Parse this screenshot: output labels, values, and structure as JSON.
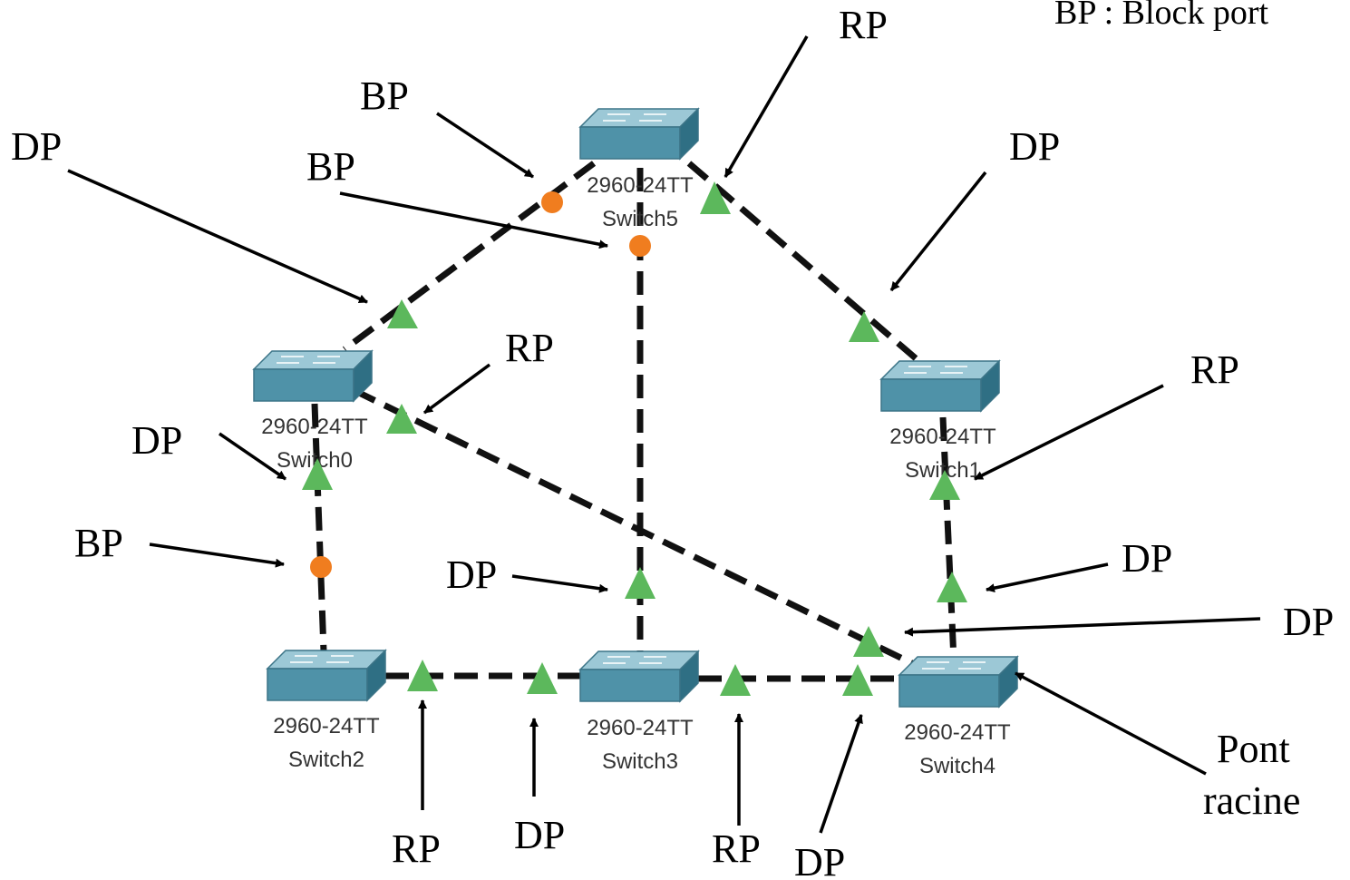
{
  "legend": "BP : Block port",
  "switches": [
    {
      "id": "sw5",
      "model": "2960-24TT",
      "name": "Switch5"
    },
    {
      "id": "sw0",
      "model": "2960-24TT",
      "name": "Switch0"
    },
    {
      "id": "sw1",
      "model": "2960-24TT",
      "name": "Switch1"
    },
    {
      "id": "sw2",
      "model": "2960-24TT",
      "name": "Switch2"
    },
    {
      "id": "sw3",
      "model": "2960-24TT",
      "name": "Switch3"
    },
    {
      "id": "sw4",
      "model": "2960-24TT",
      "name": "Switch4"
    }
  ],
  "labels": {
    "rp_top": "RP",
    "bp_top1": "BP",
    "bp_top2": "BP",
    "dp_top_left": "DP",
    "dp_top_right": "DP",
    "rp_mid": "RP",
    "rp_right": "RP",
    "dp_left": "DP",
    "bp_left": "BP",
    "dp_mid": "DP",
    "dp_right1": "DP",
    "dp_right2": "DP",
    "root1": "Pont",
    "root2": "racine",
    "rp_bot1": "RP",
    "dp_bot1": "DP",
    "rp_bot2": "RP",
    "dp_bot2": "DP"
  },
  "colors": {
    "designated_port": "#5cb85c",
    "blocked_port": "#f07d1f",
    "switch_top": "#7fb5c6",
    "switch_front": "#4a8ba0"
  }
}
